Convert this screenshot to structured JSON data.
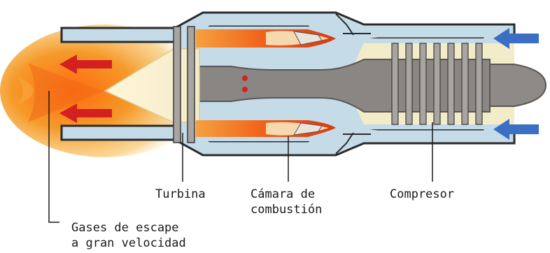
{
  "labels": {
    "turbine": "Turbina",
    "combustion_line1": "Cámara de",
    "combustion_line2": "combustión",
    "compressor": "Compresor",
    "exhaust_line1": "Gases de escape",
    "exhaust_line2": "a gran velocidad"
  },
  "colors": {
    "casing_fill": "#c5dce8",
    "casing_stroke": "#2b2b2b",
    "core_fill": "#8a8683",
    "intake_region": "#f3ecc8",
    "flame_orange": "#f07a1a",
    "flame_red": "#d42a1a",
    "exhaust_yellow": "#f5c23a",
    "intake_arrow": "#3a6fc4",
    "exhaust_arrow": "#d42020",
    "blade_fill": "#a8a4a0",
    "nose_cone": "#8d8a87"
  }
}
